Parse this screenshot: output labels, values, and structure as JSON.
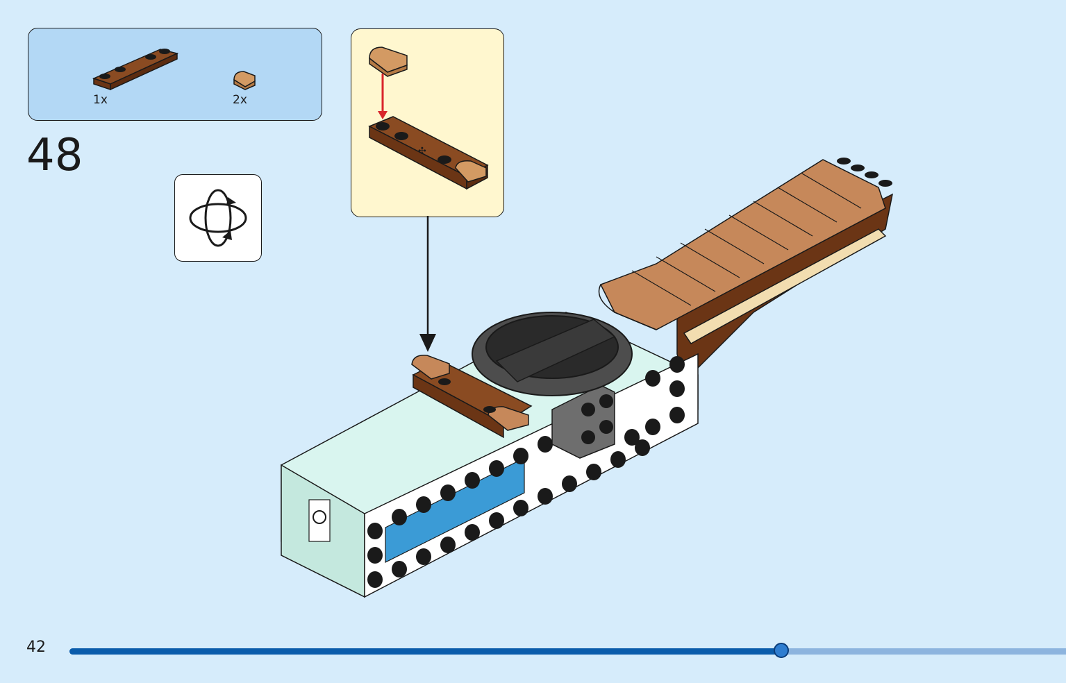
{
  "parts_list": {
    "items": [
      {
        "quantity": "1x",
        "part": "brown-plate-1x6-icon"
      },
      {
        "quantity": "2x",
        "part": "tan-round-tile-icon"
      }
    ]
  },
  "step": {
    "number": "48"
  },
  "rotate_icon": "rotate-model-icon",
  "page": {
    "number": "42"
  },
  "progress": {
    "fraction": 0.714
  },
  "colors": {
    "background": "#d6ecfb",
    "parts_box": "#b3d8f5",
    "callout": "#fff7cf",
    "progress_fill": "#0a5cab",
    "progress_track": "#8db4de",
    "arrow_red": "#d9262b"
  }
}
